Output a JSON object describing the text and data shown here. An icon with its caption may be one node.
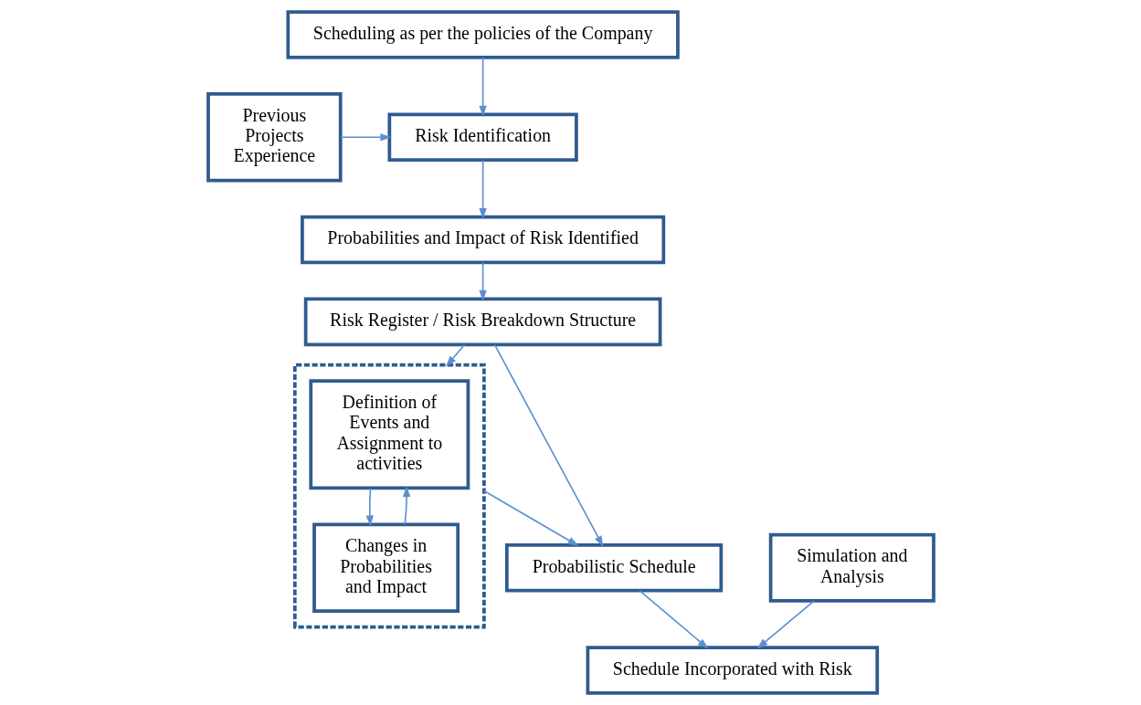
{
  "diagram": {
    "nodes": [
      {
        "text": [
          "Scheduling as per the policies of the Company"
        ]
      },
      {
        "text": [
          "Risk Identification"
        ]
      },
      {
        "text": [
          "Previous Projects Experience"
        ]
      },
      {
        "text": [
          "Probabilities and Impact of Risk Identified"
        ]
      },
      {
        "text": [
          "Risk Register / Risk Breakdown Structure"
        ]
      },
      {
        "text": [],
        "shape": "box"
      },
      {
        "text": [
          "Definition of Events and Assignment to activities"
        ],
        "in": 5
      },
      {
        "text": [
          "Changes in Probabilities and Impact"
        ],
        "in": 5
      },
      {
        "text": [
          "Probabilistic Schedule"
        ]
      },
      {
        "text": [
          "Simulation and Analysis"
        ]
      },
      {
        "text": [
          "Schedule Incorporated with Risk"
        ]
      }
    ],
    "edges": [
      {
        "from": 0,
        "to": 1,
        "arrow": "to"
      },
      {
        "from": 2,
        "to": 1,
        "arrow": "to"
      },
      {
        "from": 1,
        "to": 3,
        "arrow": "to"
      },
      {
        "from": 3,
        "to": 4,
        "arrow": "to"
      },
      {
        "from": 4,
        "to": 5,
        "arrow": "to"
      },
      {
        "from": 5,
        "to": 8,
        "arrow": "to"
      },
      {
        "from": 4,
        "to": 8,
        "arrow": "to"
      },
      {
        "from": 6,
        "to": 7,
        "arrow": "to"
      },
      {
        "from": 7,
        "to": 6,
        "arrow": "to"
      },
      {
        "from": 8,
        "to": 10,
        "arrow": "to"
      },
      {
        "from": 9,
        "to": 10,
        "arrow": "to"
      }
    ]
  }
}
